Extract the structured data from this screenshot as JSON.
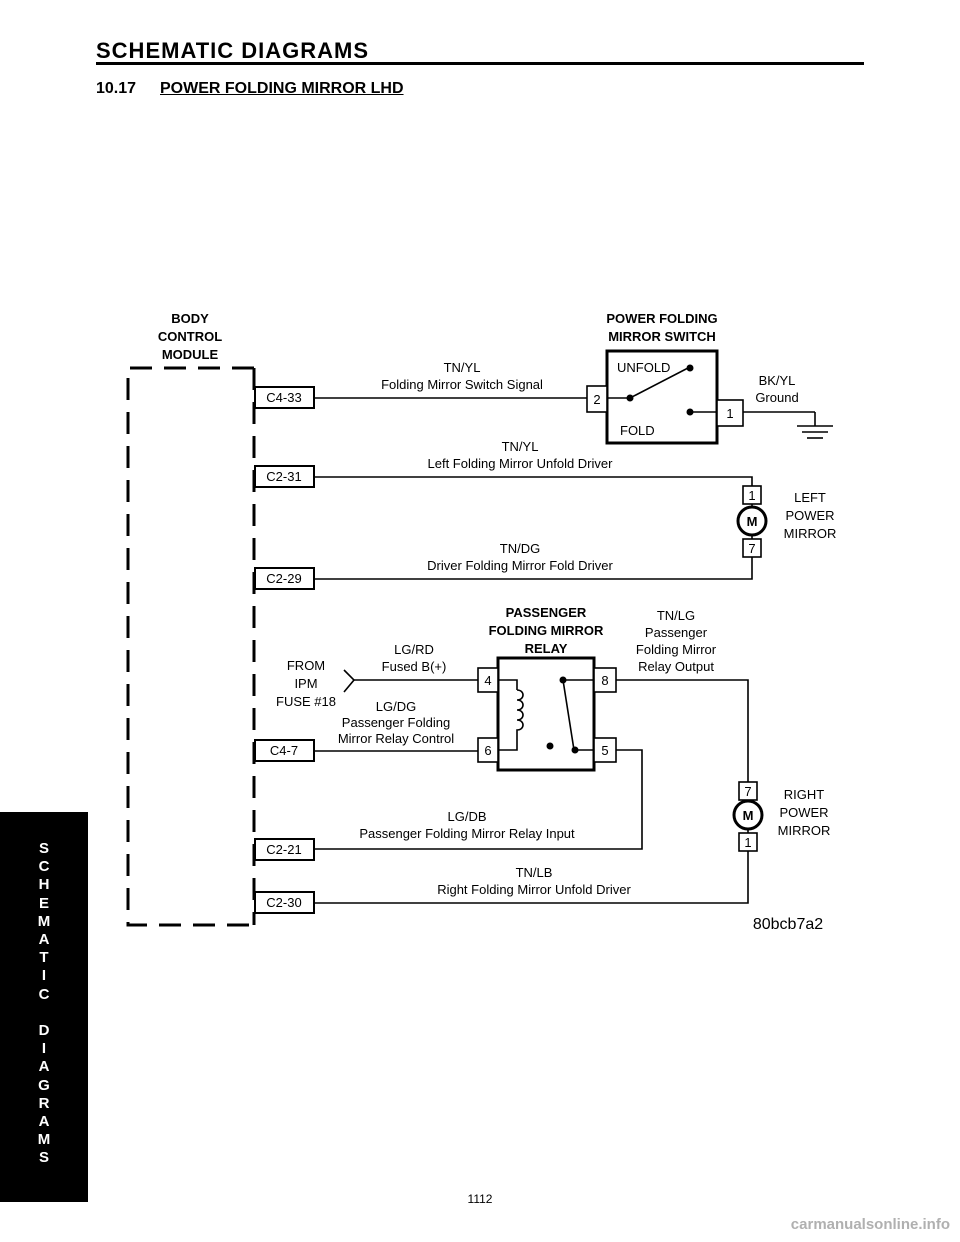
{
  "header": {
    "section_title": "SCHEMATIC DIAGRAMS",
    "subsection_number": "10.17",
    "subsection_title": "POWER FOLDING MIRROR LHD"
  },
  "side_tab": {
    "text": "S\nC\nH\nE\nM\nA\nT\nI\nC\n\nD\nI\nA\nG\nR\nA\nM\nS"
  },
  "diagram": {
    "bcm": {
      "line1": "BODY",
      "line2": "CONTROL",
      "line3": "MODULE"
    },
    "connectors": {
      "c4_33": "C4-33",
      "c2_31": "C2-31",
      "c2_29": "C2-29",
      "c4_7": "C4-7",
      "c2_21": "C2-21",
      "c2_30": "C2-30"
    },
    "switch": {
      "title1": "POWER FOLDING",
      "title2": "MIRROR SWITCH",
      "unfold": "UNFOLD",
      "fold": "FOLD",
      "pin_left": "2",
      "pin_right": "1"
    },
    "ground": {
      "line1": "BK/YL",
      "line2": "Ground"
    },
    "wires": {
      "w1": {
        "code": "TN/YL",
        "desc": "Folding Mirror Switch Signal"
      },
      "w2": {
        "code": "TN/YL",
        "desc": "Left Folding Mirror Unfold Driver"
      },
      "w3": {
        "code": "TN/DG",
        "desc": "Driver Folding Mirror Fold Driver"
      },
      "w4": {
        "code": "LG/RD",
        "desc": "Fused B(+)"
      },
      "w5": {
        "code": "LG/DG",
        "desc1": "Passenger Folding",
        "desc2": "Mirror Relay Control"
      },
      "w6": {
        "code": "TN/LG",
        "desc1": "Passenger",
        "desc2": "Folding Mirror",
        "desc3": "Relay Output"
      },
      "w7": {
        "code": "LG/DB",
        "desc": "Passenger Folding Mirror Relay Input"
      },
      "w8": {
        "code": "TN/LB",
        "desc": "Right Folding Mirror Unfold Driver"
      }
    },
    "left_mirror": {
      "symbol": "M",
      "pin_top": "1",
      "pin_bottom": "7",
      "line1": "LEFT",
      "line2": "POWER",
      "line3": "MIRROR"
    },
    "right_mirror": {
      "symbol": "M",
      "pin_top": "7",
      "pin_bottom": "1",
      "line1": "RIGHT",
      "line2": "POWER",
      "line3": "MIRROR"
    },
    "relay": {
      "title1": "PASSENGER",
      "title2": "FOLDING MIRROR",
      "title3": "RELAY",
      "pin4": "4",
      "pin8": "8",
      "pin6": "6",
      "pin5": "5"
    },
    "ipm": {
      "line1": "FROM",
      "line2": "IPM",
      "line3": "FUSE #18"
    },
    "figure_id": "80bcb7a2"
  },
  "footer": {
    "page_number": "1112",
    "watermark": "carmanualsonline.info"
  }
}
